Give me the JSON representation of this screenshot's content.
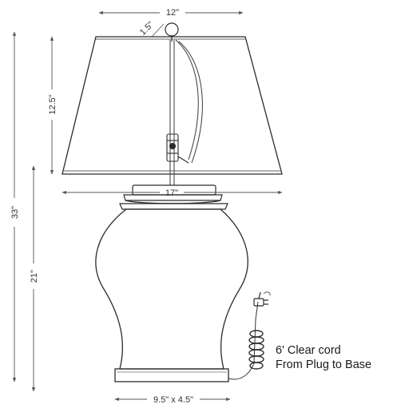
{
  "dimensions": {
    "shade_top_width": "12\"",
    "finial_height": "1.5\"",
    "shade_bottom_width": "17\"",
    "shade_height": "12.5\"",
    "total_height": "33\"",
    "base_height": "21\"",
    "base_footprint": "9.5\" x 4.5\""
  },
  "note": {
    "line1": "6' Clear cord",
    "line2": "From Plug to Base"
  },
  "colors": {
    "line": "#2b2b2b",
    "dim_line": "#555555"
  }
}
